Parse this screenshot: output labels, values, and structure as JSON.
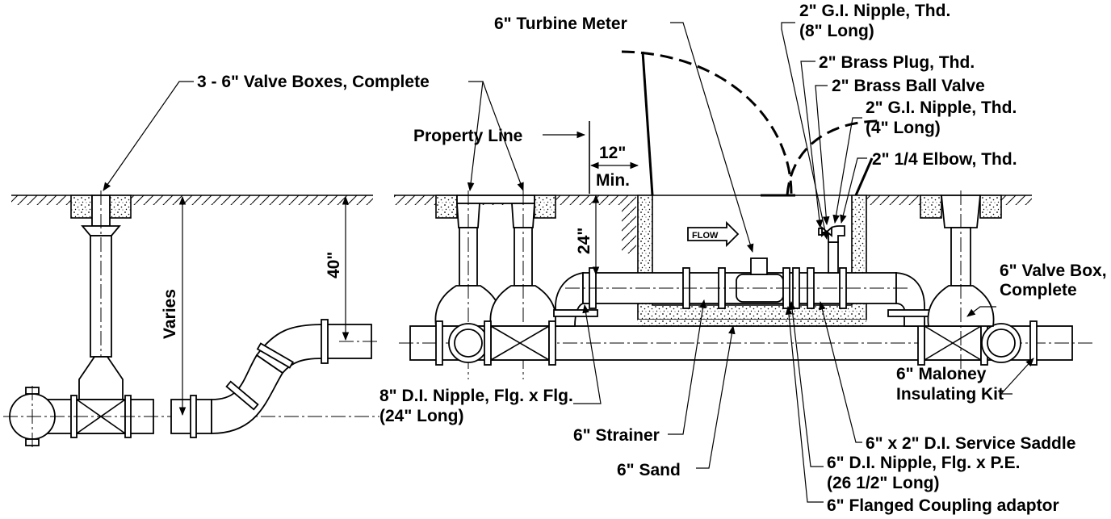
{
  "labels": {
    "valve_boxes": "3 - 6\" Valve Boxes, Complete",
    "property_line": "Property Line",
    "turbine_meter": "6\" Turbine Meter",
    "gi_nipple_8_line1": "2\" G.I. Nipple, Thd.",
    "gi_nipple_8_line2": "(8\" Long)",
    "brass_plug": "2\" Brass Plug, Thd.",
    "brass_ball_valve": "2\" Brass Ball Valve",
    "gi_nipple_4_line1": "2\" G.I. Nipple, Thd.",
    "gi_nipple_4_line2": "(4\" Long)",
    "elbow": "2\" 1/4 Elbow, Thd.",
    "dim_12": "12\"",
    "dim_min": "Min.",
    "dim_24": "24\"",
    "dim_40": "40\"",
    "varies": "Varies",
    "flow": "FLOW",
    "valve_box_single_line1": "6\" Valve Box,",
    "valve_box_single_line2": "Complete",
    "di_nipple_8_line1": "8\" D.I. Nipple, Flg. x Flg.",
    "di_nipple_8_line2": "(24\" Long)",
    "strainer": "6\" Strainer",
    "sand": "6\" Sand",
    "maloney_line1": "6\" Maloney",
    "maloney_line2": "Insulating Kit",
    "service_saddle": "6\" x 2\" D.I. Service Saddle",
    "di_nipple_6_line1": "6\" D.I. Nipple, Flg. x P.E.",
    "di_nipple_6_line2": "(26 1/2\" Long)",
    "coupling_adaptor": "6\" Flanged Coupling adaptor"
  }
}
